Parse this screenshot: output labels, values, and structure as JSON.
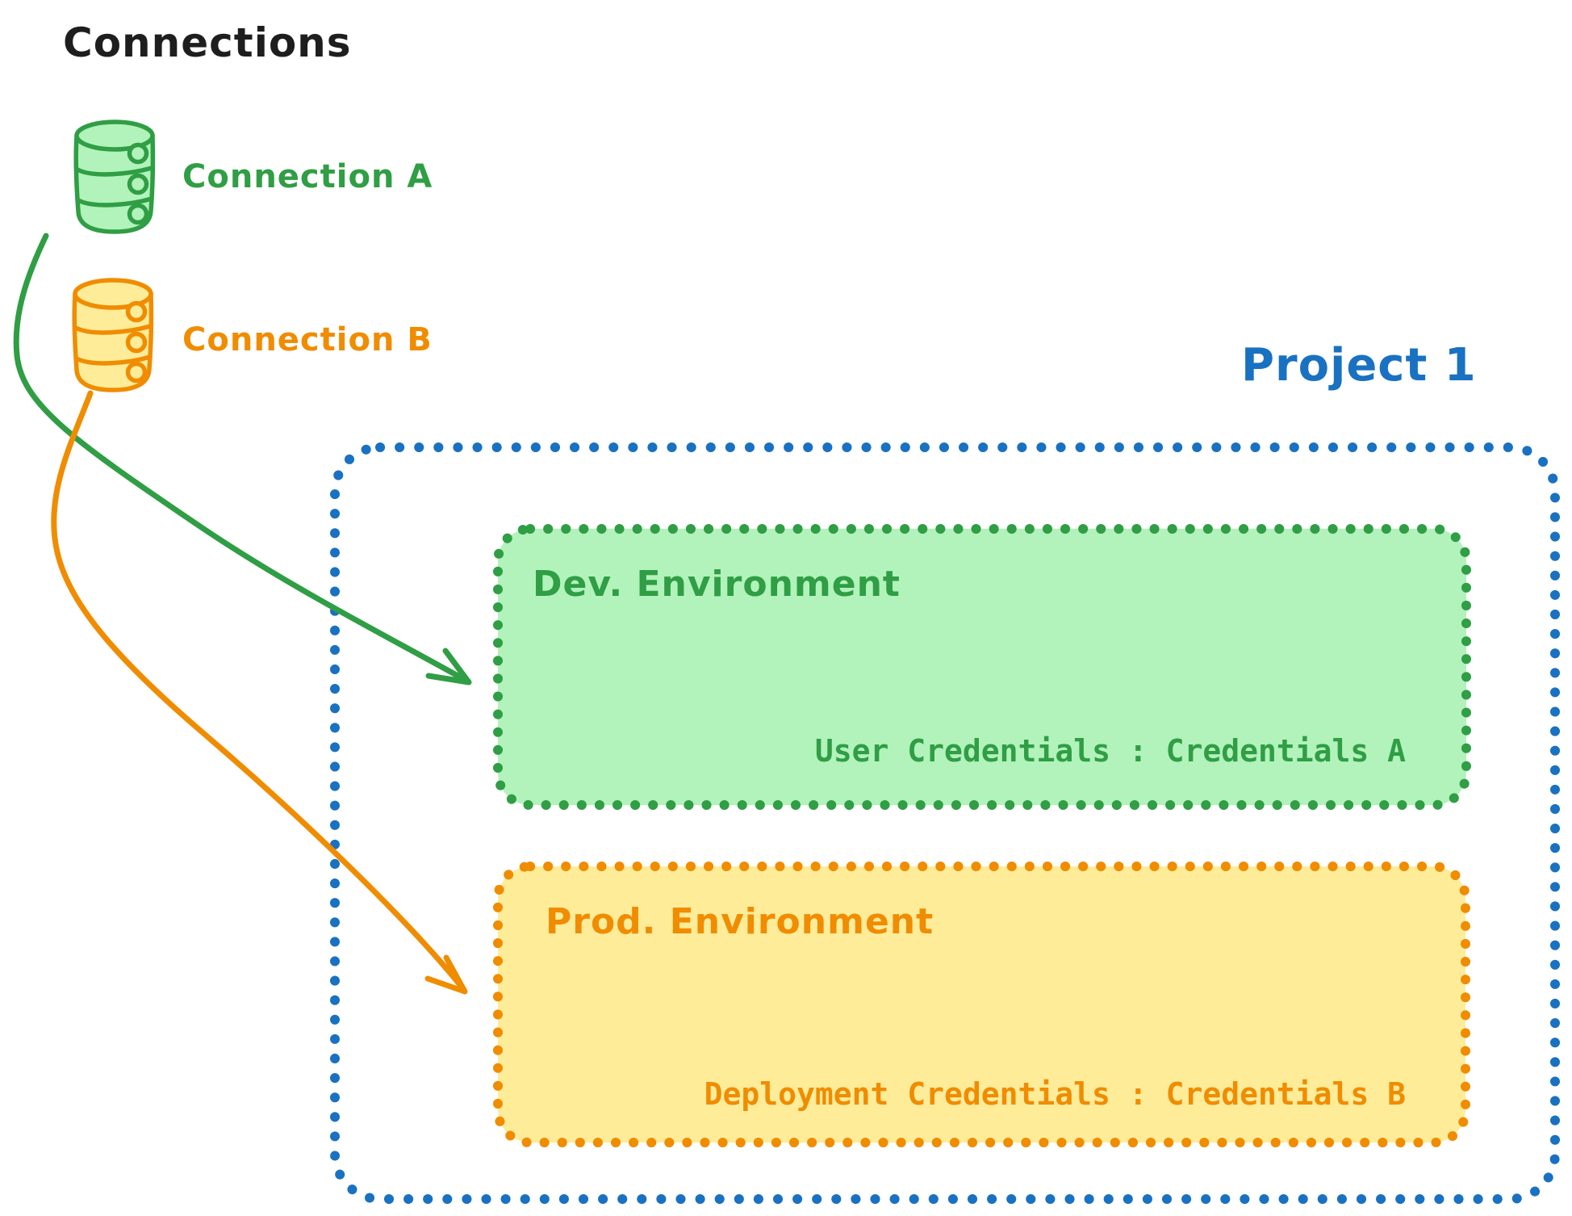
{
  "title": "Connections",
  "connections": [
    {
      "label": "Connection A",
      "icon": "database-icon",
      "color": "#2f9e44",
      "fill": "#b2f2bb"
    },
    {
      "label": "Connection B",
      "icon": "database-icon",
      "color": "#f08c00",
      "fill": "#ffec99"
    }
  ],
  "project": {
    "label": "Project 1",
    "color": "#1971c2",
    "environments": [
      {
        "name": "Dev. Environment",
        "credentials": "User Credentials : Credentials A",
        "stroke": "#2f9e44",
        "fill": "#b2f2bb",
        "linked_connection": "Connection A"
      },
      {
        "name": "Prod. Environment",
        "credentials": "Deployment Credentials : Credentials B",
        "stroke": "#f08c00",
        "fill": "#ffec99",
        "linked_connection": "Connection B"
      }
    ]
  }
}
